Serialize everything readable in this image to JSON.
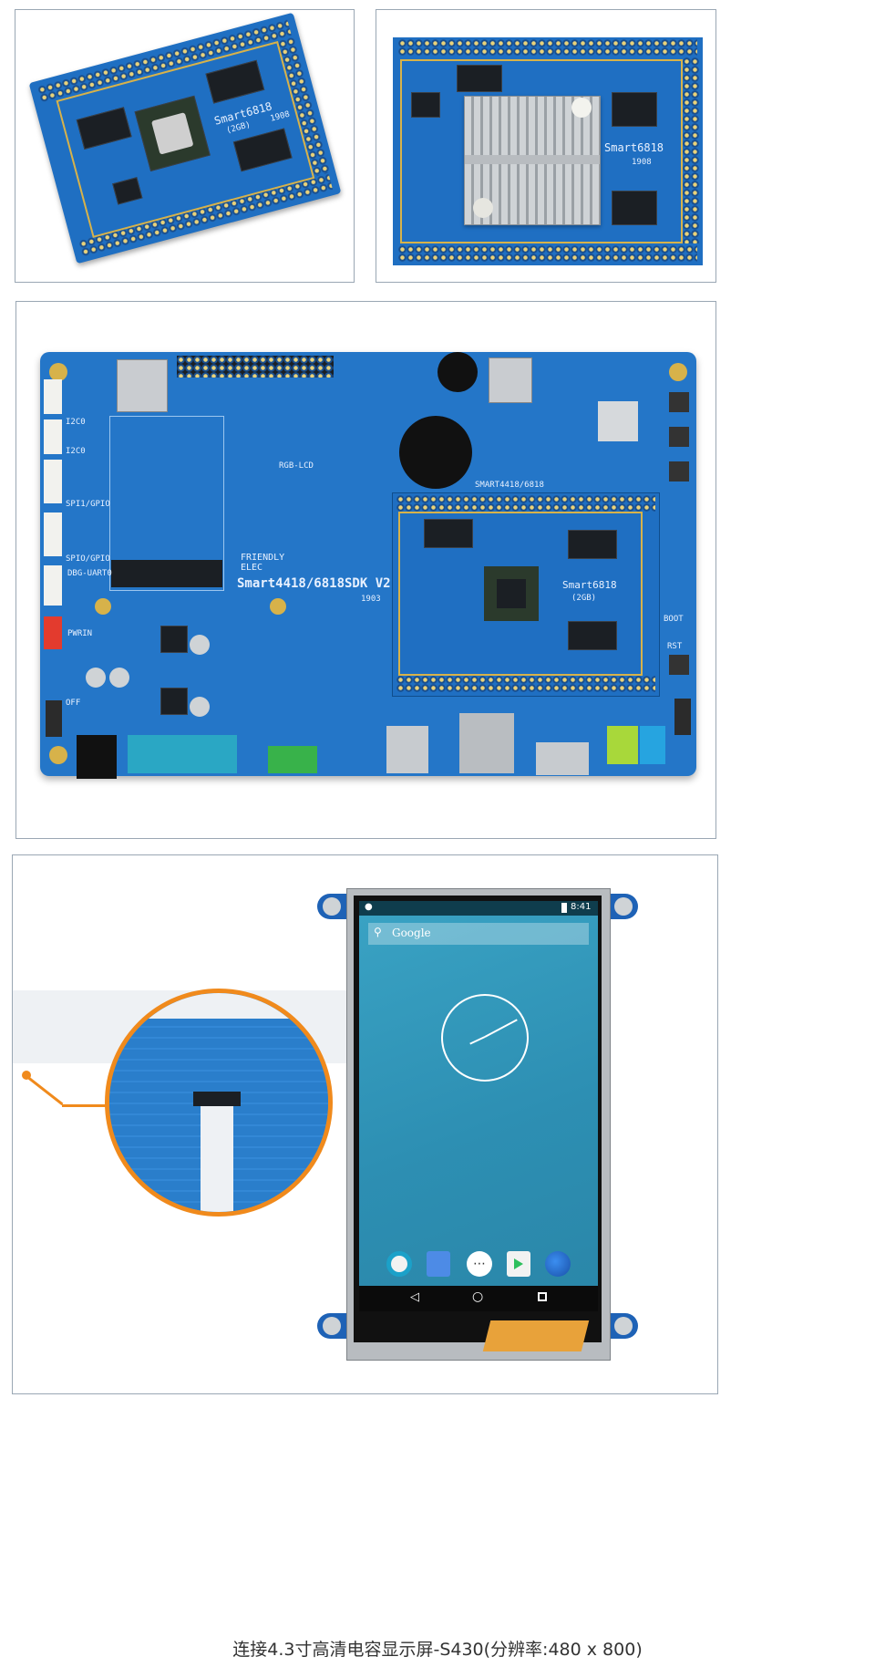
{
  "panel1": {
    "label": "Smart6818",
    "sub": "(2GB)",
    "code": "1908"
  },
  "panel2": {
    "label": "Smart6818",
    "code": "1908"
  },
  "panel3": {
    "board_title": "Smart4418/6818SDK V2",
    "board_code": "1903",
    "brand": "FRIENDLY ELEC",
    "module_label": "Smart6818",
    "module_sub": "(2GB)",
    "module_header_text": "SMART4418/6818",
    "silk_labels": [
      "I2C0",
      "I2C0",
      "SPI1/GPIO",
      "SPIO/GPIO",
      "DBG-UART0",
      "PWRIN",
      "OFF",
      "RGB-LCD",
      "RST",
      "BOOT"
    ]
  },
  "panel4": {
    "status_time": "8:41",
    "search_hint": "Google",
    "dock_icons": [
      "chrome-icon",
      "contacts-icon",
      "apps-icon",
      "play-store-icon",
      "browser-icon"
    ],
    "nav_icons": [
      "back-icon",
      "home-icon",
      "recents-icon"
    ]
  },
  "caption": "连接4.3寸高清电容显示屏-S430(分辨率:480 x 800)",
  "colors": {
    "pcb": "#1f6fc2",
    "gold": "#d7b24a",
    "accent": "#f08a1c",
    "screen": "#2d8fb3"
  }
}
